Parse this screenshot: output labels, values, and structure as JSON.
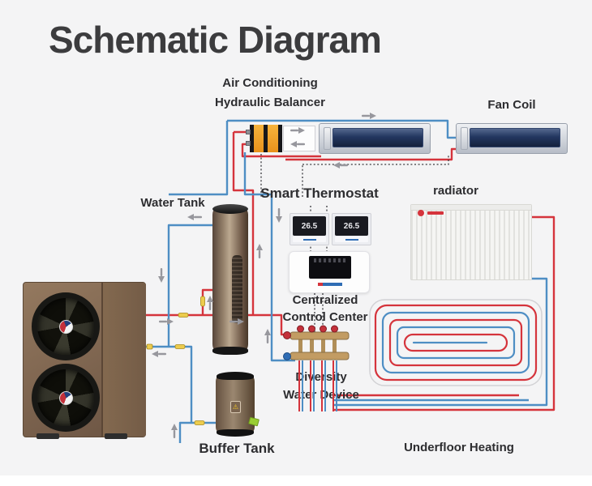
{
  "title": "Schematic Diagram",
  "labels": {
    "air_conditioning": "Air Conditioning",
    "hydraulic_balancer": "Hydraulic Balancer",
    "fan_coil": "Fan Coil",
    "smart_thermostat": "Smart Thermostat",
    "radiator": "radiator",
    "water_tank": "Water Tank",
    "centralized": "Centralized",
    "control_center": "Control Center",
    "diversity": "Diversity",
    "water_device": "Water Device",
    "buffer_tank": "Buffer Tank",
    "underfloor_heating": "Underfloor Heating"
  },
  "thermostats": [
    {
      "temp": "26.5"
    },
    {
      "temp": "26.5"
    }
  ],
  "icons": {
    "warning_icon": "⚠",
    "flow_arrow_icon": "triangle-arrow",
    "valve_icon": "yellow-capsule"
  },
  "colors": {
    "background": "#f4f4f5",
    "hot_pipe": "#d5343c",
    "cold_pipe": "#4e8ec4",
    "control_wire": "#3a3a3e",
    "balancer_body": "#f5a623",
    "valve": "#eccc4e",
    "label_text": "#2d2d30",
    "title_text": "#3c3c3e"
  }
}
